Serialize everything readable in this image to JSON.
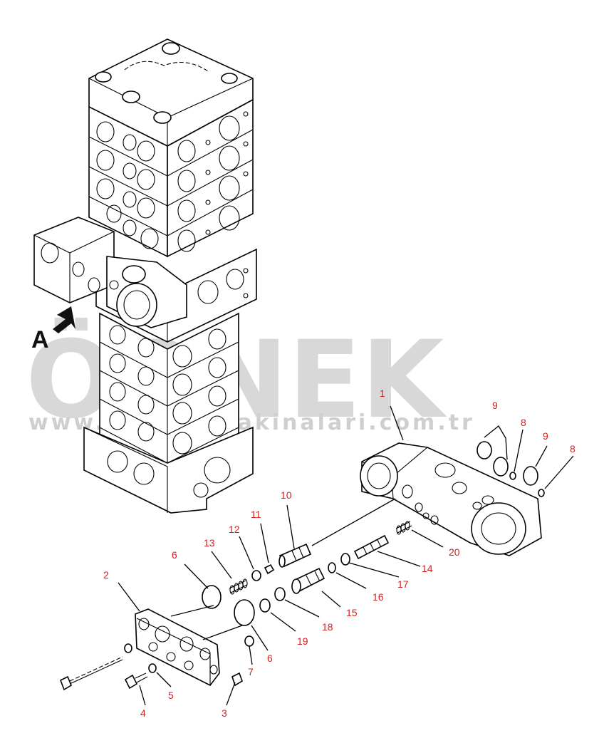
{
  "watermark": {
    "brand": "ÖRNEK",
    "url": "www.oreksismakinalari.com.tr"
  },
  "view_marker": "A",
  "callouts": [
    "1",
    "2",
    "3",
    "4",
    "5",
    "6",
    "6",
    "7",
    "8",
    "8",
    "9",
    "9",
    "10",
    "11",
    "12",
    "13",
    "14",
    "15",
    "16",
    "17",
    "18",
    "19",
    "20"
  ],
  "colors": {
    "label": "#d42020",
    "line": "#000000",
    "watermark": "#d8d8d8"
  }
}
